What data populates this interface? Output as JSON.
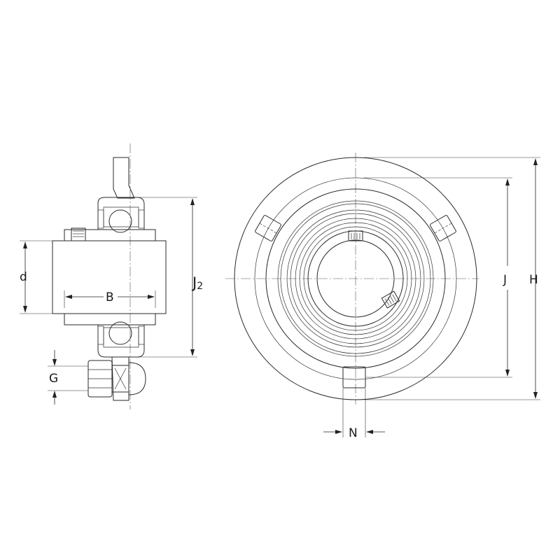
{
  "labels": {
    "d": "d",
    "B": "B",
    "J2_main": "J",
    "J2_sub": "2",
    "G": "G",
    "N": "N",
    "J": "J",
    "H": "H"
  },
  "colors": {
    "bearing_blue": "#b9cde3",
    "bearing_blue_dark": "#8fa9c8",
    "shaft_light": "#f4f4f4",
    "shaft_dark": "#c9c9c9",
    "bore_grey": "#c8c8c8",
    "outline": "#2a2a2a"
  }
}
